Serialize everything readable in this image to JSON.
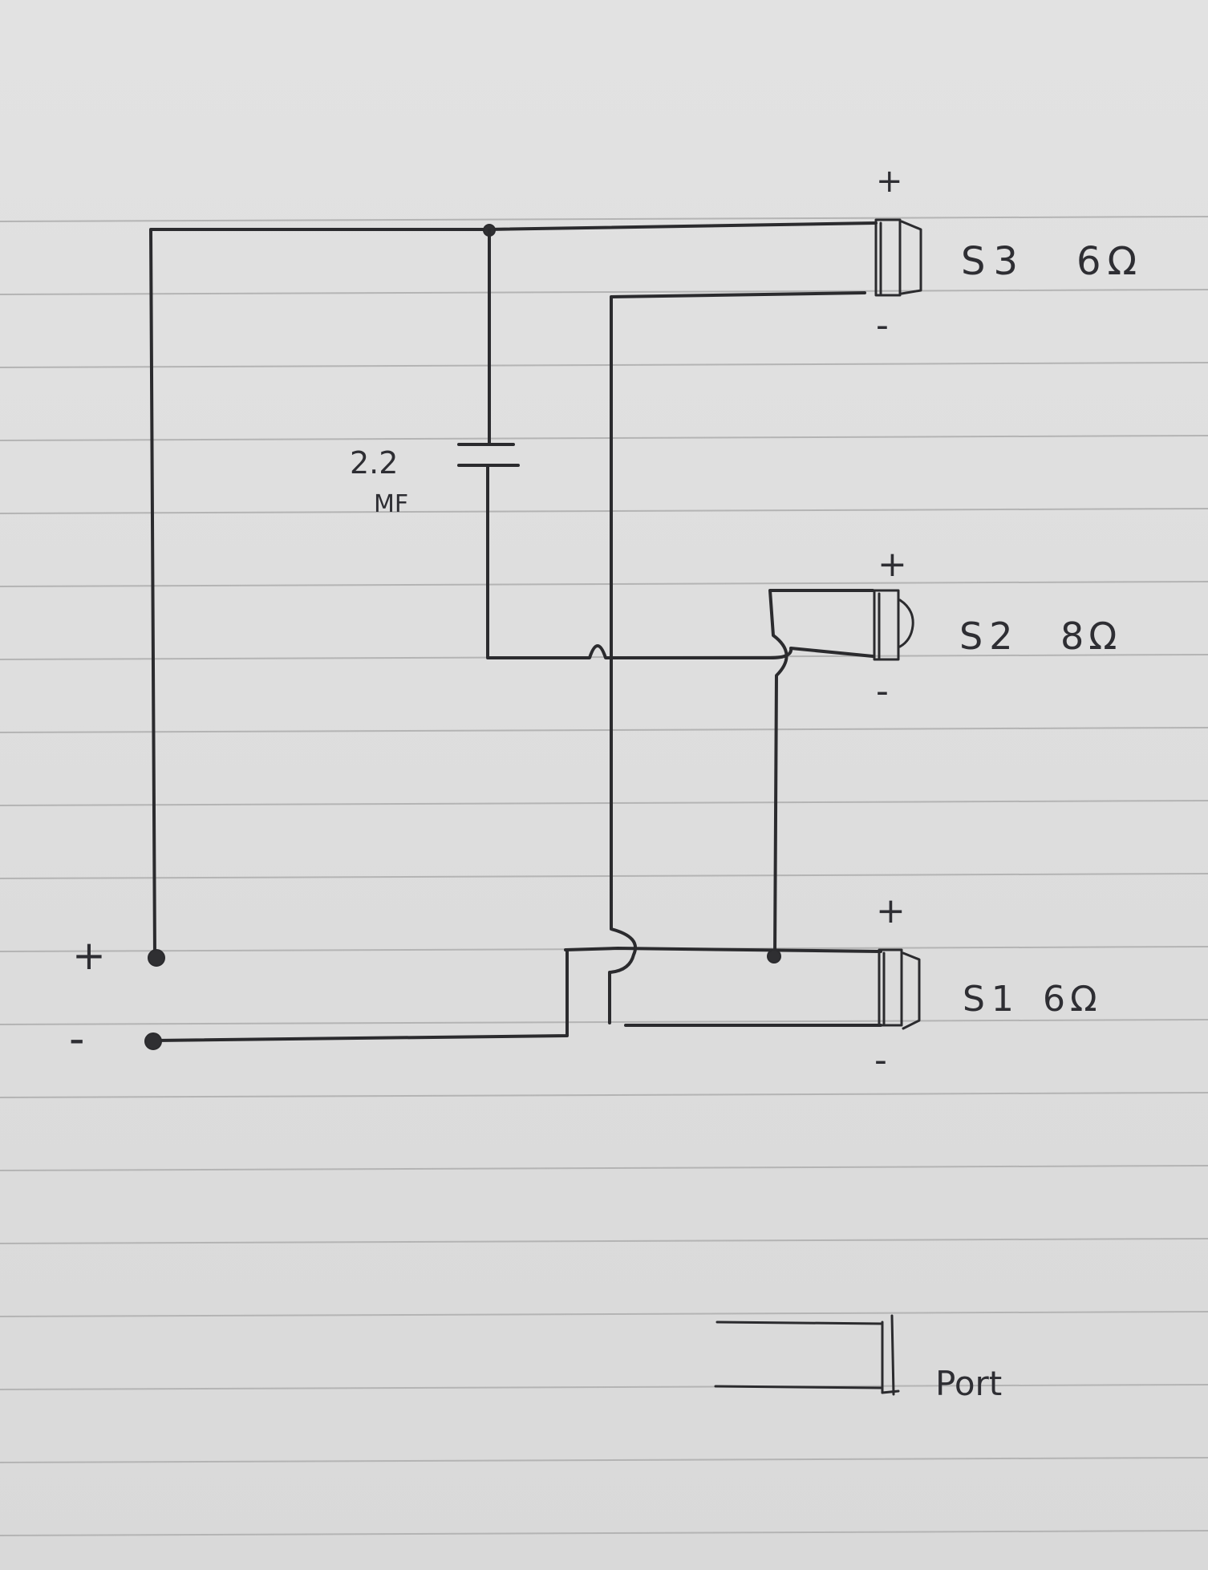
{
  "terminals": {
    "plus": "+",
    "minus": "-"
  },
  "capacitor": {
    "value": "2.2",
    "unit": "MF"
  },
  "speakers": [
    {
      "id": "S3",
      "label": "S3",
      "impedance": "6Ω",
      "plus": "+",
      "minus": "-"
    },
    {
      "id": "S2",
      "label": "S2",
      "impedance": "8Ω",
      "plus": "+",
      "minus": "-"
    },
    {
      "id": "S1",
      "label": "S1",
      "impedance": "6Ω",
      "plus": "+",
      "minus": "-"
    }
  ],
  "port": {
    "label": "Port"
  },
  "colors": {
    "paper": "#dedede",
    "ink": "#2b2b2e",
    "rule": "#b4b4b4"
  }
}
